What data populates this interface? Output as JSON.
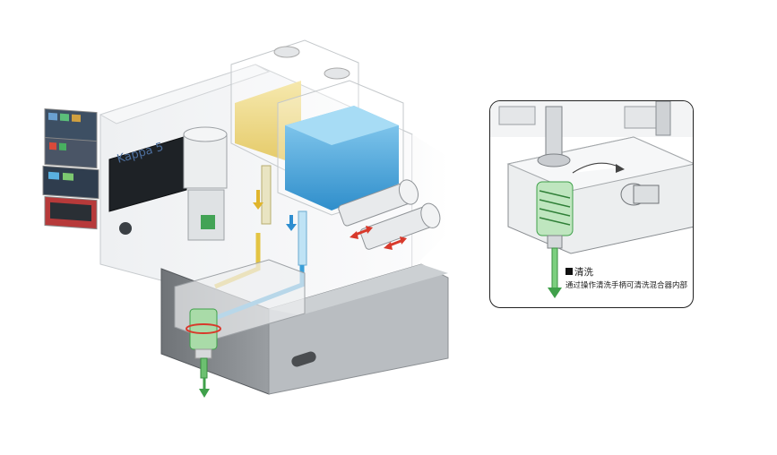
{
  "machine": {
    "brand_label": "Kappa 5"
  },
  "inset": {
    "caption_title": "清洗",
    "caption_body": "通过操作清洗手柄可清洗混合器内部"
  },
  "colors": {
    "material_a": "#e3c443",
    "material_b": "#3a9fd8",
    "mixed_output": "#3fa04a",
    "motion_arrow": "#d8392b",
    "casing": "#d9dde0"
  }
}
